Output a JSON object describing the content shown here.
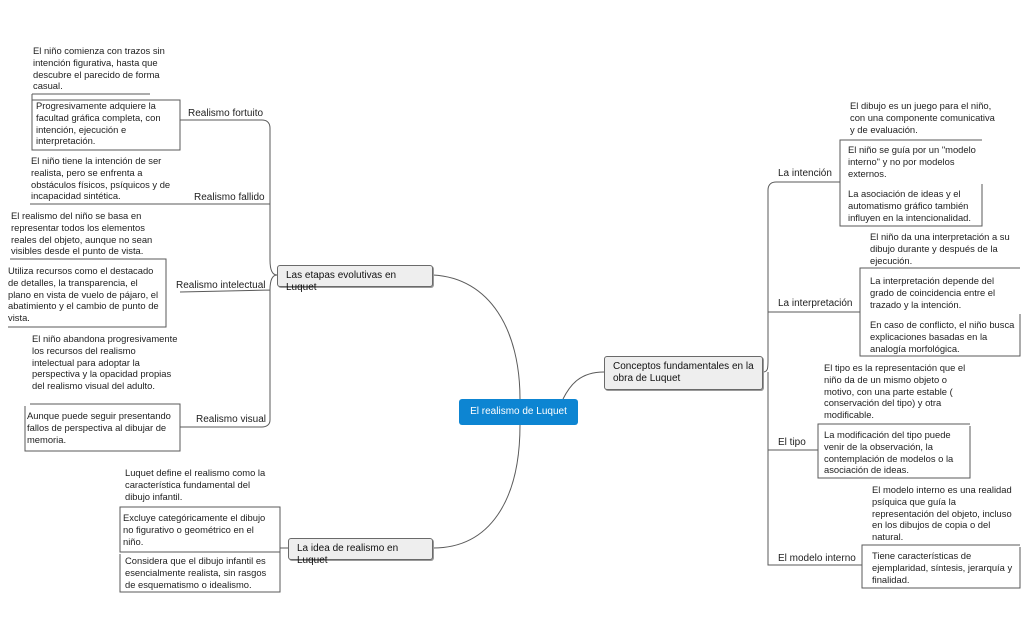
{
  "center": "El realismo de Luquet",
  "left": {
    "etapas": {
      "title": "Las etapas evolutivas en Luquet",
      "fortuito": {
        "label": "Realismo fortuito",
        "leaves": [
          "El niño comienza con trazos sin intención figurativa, hasta que descubre el parecido de forma casual.",
          "Progresivamente adquiere la facultad gráfica completa, con intención, ejecución e interpretación."
        ]
      },
      "fallido": {
        "label": "Realismo fallido",
        "leaves": [
          "El niño tiene la intención de ser realista, pero se enfrenta a obstáculos físicos, psíquicos y de incapacidad sintética."
        ]
      },
      "intelectual": {
        "label": "Realismo intelectual",
        "leaves": [
          "El realismo del niño se basa en representar todos los elementos reales del objeto, aunque no sean visibles desde el punto de vista.",
          "Utiliza recursos como el destacado de detalles, la transparencia, el plano en vista de vuelo de pájaro, el abatimiento y el cambio de punto de vista."
        ]
      },
      "visual": {
        "label": "Realismo visual",
        "leaves": [
          "El niño abandona progresivamente los recursos del realismo intelectual para adoptar la perspectiva y la opacidad propias del realismo visual del adulto.",
          "Aunque puede seguir presentando fallos de perspectiva al dibujar de memoria."
        ]
      }
    },
    "idea": {
      "title": "La idea de realismo en Luquet",
      "leaves": [
        "Luquet define el realismo como la característica fundamental del dibujo infantil.",
        "Excluye categóricamente el dibujo no figurativo o geométrico en el niño.",
        "Considera que el dibujo infantil es esencialmente realista, sin rasgos de esquematismo o idealismo."
      ]
    }
  },
  "right": {
    "conceptos": {
      "title": "Conceptos fundamentales en la obra de Luquet",
      "intencion": {
        "label": "La intención",
        "leaves": [
          "El dibujo es un juego para el niño, con una componente comunicativa y de evaluación.",
          "El niño se guía por un \"modelo interno\" y no por modelos externos.",
          "La asociación de ideas y el automatismo gráfico también influyen en la intencionalidad."
        ]
      },
      "interpretacion": {
        "label": "La interpretación",
        "leaves": [
          "El niño da una interpretación a su dibujo durante y después de la ejecución.",
          "La interpretación depende del grado de coincidencia entre el trazado y la intención.",
          "En caso de conflicto, el niño busca explicaciones basadas en la analogía morfológica."
        ]
      },
      "tipo": {
        "label": "El tipo",
        "leaves": [
          "El tipo es la representación que el niño da de un mismo objeto o motivo, con una parte estable ( conservación del tipo) y otra modificable.",
          "La modificación del tipo puede venir de la observación, la contemplación de modelos o la asociación de ideas."
        ]
      },
      "modelo": {
        "label": "El modelo interno",
        "leaves": [
          "El modelo interno es una realidad psíquica que guía la representación del objeto, incluso en los dibujos de copia o del natural.",
          "Tiene características de ejemplaridad, síntesis, jerarquía y finalidad."
        ]
      }
    }
  },
  "colors": {
    "center": "#0d85d2",
    "main_fill": "#eeeeee",
    "line": "#555555"
  }
}
